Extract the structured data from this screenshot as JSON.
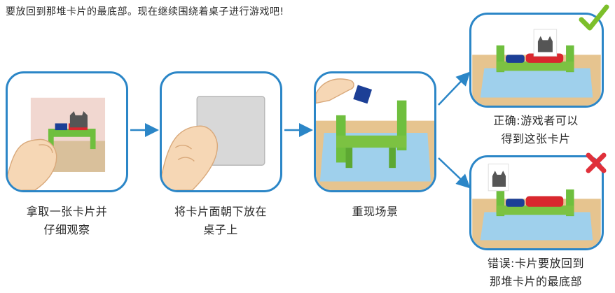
{
  "intro_text": "要放回到那堆卡片的最底部。现在继续围绕着桌子进行游戏吧!",
  "steps": [
    {
      "caption_line1": "拿取一张卡片并",
      "caption_line2": "仔细观察"
    },
    {
      "caption_line1": "将卡片面朝下放在",
      "caption_line2": "桌子上"
    },
    {
      "caption_line1": "重现场景",
      "caption_line2": ""
    }
  ],
  "outcomes": {
    "correct": {
      "line1": "正确:游戏者可以",
      "line2": "得到这张卡片",
      "icon": "check-icon",
      "color": "#7cbf2a"
    },
    "wrong": {
      "line1": "错误:卡片要放回到",
      "line2": "那堆卡片的最底部",
      "icon": "cross-icon",
      "color": "#e0303a"
    }
  },
  "colors": {
    "frame": "#2b86c7",
    "arrow": "#2b86c7",
    "bed": "#7cc242",
    "tray": "#9fd0ec"
  }
}
